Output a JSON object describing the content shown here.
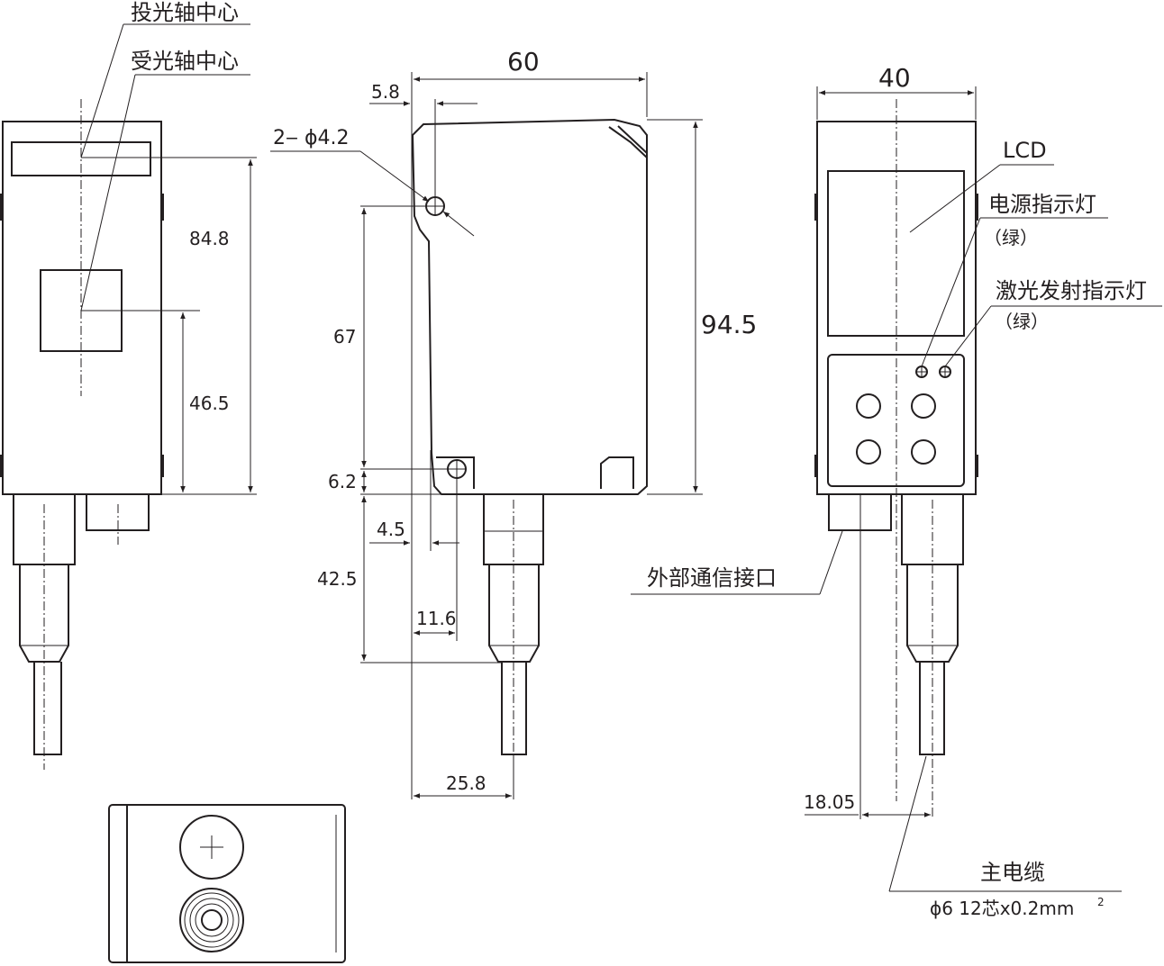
{
  "labels": {
    "emit_axis": "投光轴中心",
    "receive_axis": "受光轴中心",
    "lcd": "LCD",
    "power_indicator": "电源指示灯",
    "power_indicator_color": "（绿）",
    "laser_indicator": "激光发射指示灯",
    "laser_indicator_color": "（绿）",
    "ext_interface": "外部通信接口",
    "main_cable": "主电缆",
    "cable_spec": "ϕ6 12芯x0.2mm",
    "cable_spec_sup": "2"
  },
  "dimensions": {
    "width_60": "60",
    "width_40": "40",
    "offset_5_8": "5.8",
    "holes": "2‒ ϕ4.2",
    "height_94_5": "94.5",
    "height_84_8": "84.8",
    "height_46_5": "46.5",
    "height_67": "67",
    "height_6_2": "6.2",
    "offset_4_5": "4.5",
    "height_42_5": "42.5",
    "offset_11_6": "11.6",
    "offset_25_8": "25.8",
    "offset_18_05": "18.05"
  }
}
